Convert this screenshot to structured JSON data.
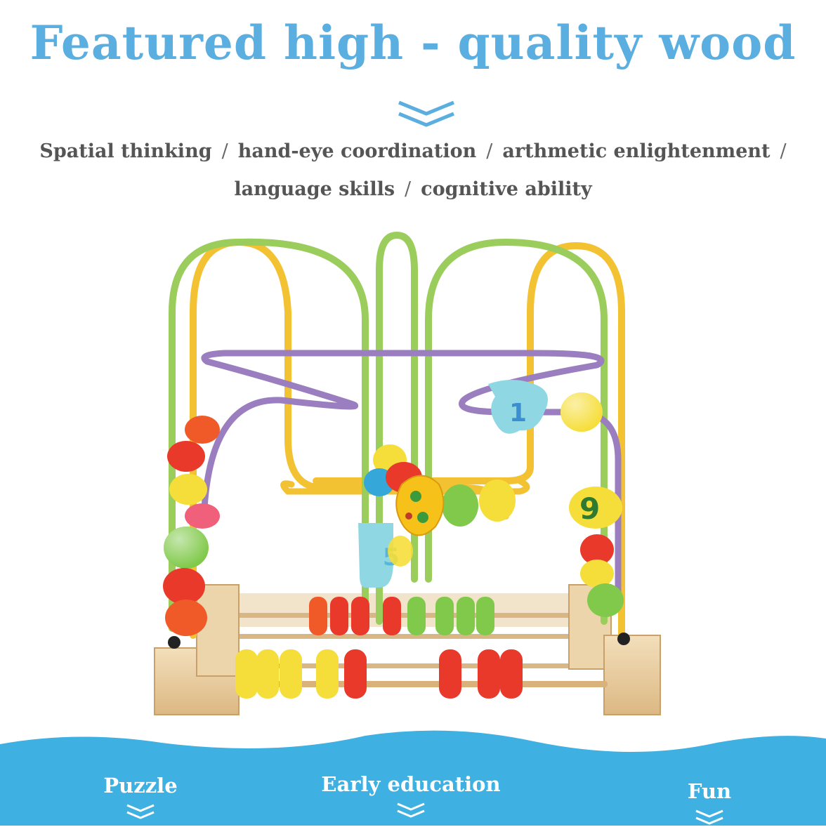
{
  "title": "Featured high - quality wood",
  "benefits_line1": [
    "Spatial thinking",
    "hand-eye coordination",
    "arthmetic enlightenment"
  ],
  "benefits_line2": [
    "language skills",
    "cognitive ability"
  ],
  "separator": "/",
  "features": [
    {
      "label": "Puzzle",
      "icon": "chevron-down-icon"
    },
    {
      "label": "Early education",
      "icon": "chevron-down-icon"
    },
    {
      "label": "Fun",
      "icon": "chevron-down-icon"
    }
  ],
  "number_bead_labels": [
    "1",
    "9",
    "5"
  ],
  "colors": {
    "title_blue": "#5aaee0",
    "wave_blue": "#3fb0e2",
    "text_gray": "#555555",
    "wire_green": "#9acd5c",
    "wire_yellow": "#f2c232",
    "wire_purple": "#9a7ec0",
    "wood": "#e9cfa3"
  }
}
